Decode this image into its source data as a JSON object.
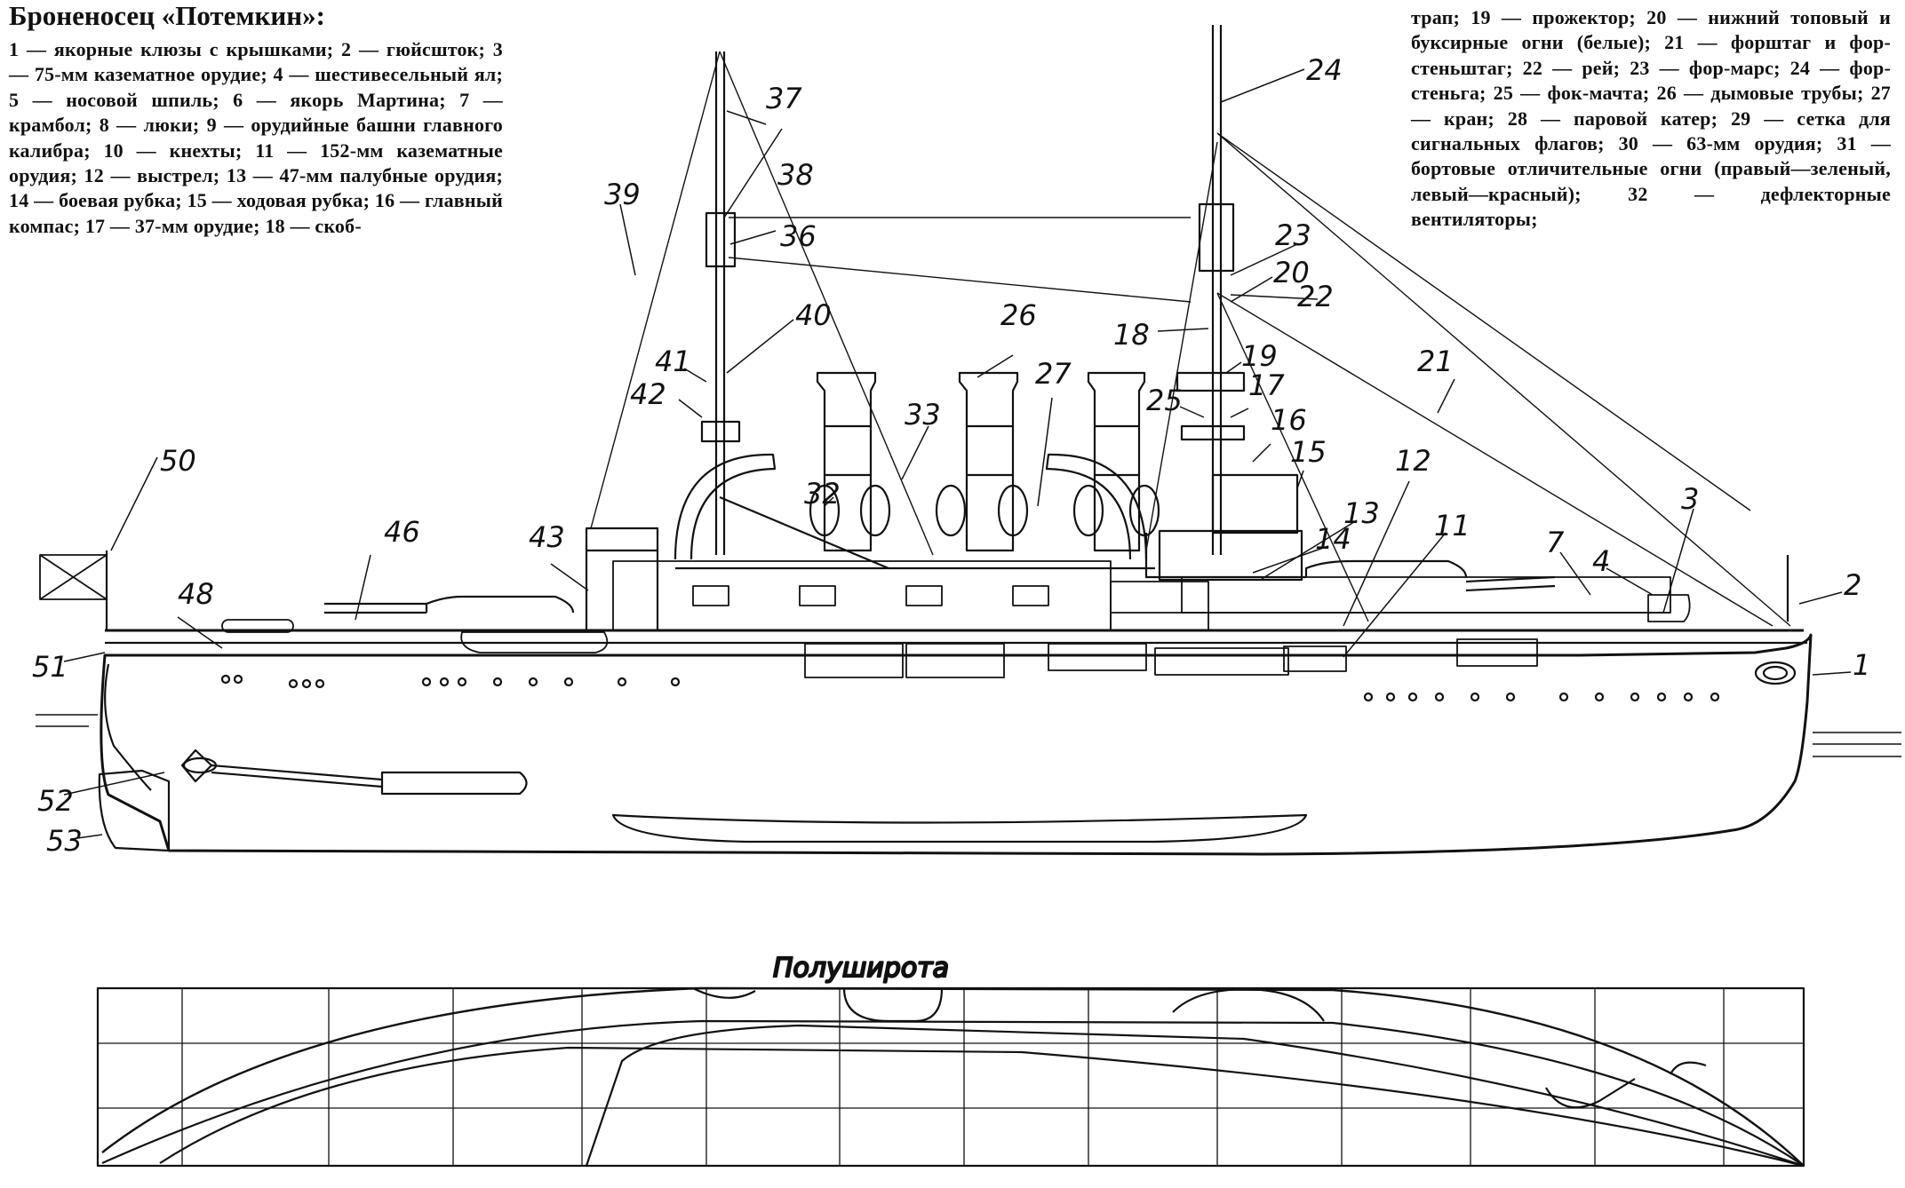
{
  "title": "Броненосец «Потемкин»:",
  "legend_left": "1 — якорные клюзы с крышками; 2 — гюйсшток; 3 — 75-мм казематное орудие; 4 — шестивесельный ял; 5 — носовой шпиль; 6 — якорь Мартина; 7 — крамбол; 8 — люки; 9 — орудийные башни главного калибра; 10 — кнехты; 11 — 152-мм казематные орудия; 12 — выстрел; 13 — 47-мм палубные орудия; 14 — боевая рубка; 15 — ходовая рубка; 16 — главный компас; 17 — 37-мм орудие; 18 — скоб-",
  "legend_right": "трап; 19 — прожектор; 20 — нижний топовый и буксирные огни (белые); 21 — форштаг и фор-стеньштаг; 22 — рей; 23 — фор-марс; 24 — фор-стеньга; 25 — фок-мачта; 26 — дымовые трубы; 27 — кран; 28 — паровой катер; 29 — сетка для сигнальных флагов; 30 — 63-мм орудия; 31 — бортовые отличительные огни (правый—зеленый, левый—красный); 32 — дефлекторные вентиляторы;",
  "plan_title": "Полуширота",
  "callouts": [
    "1",
    "2",
    "3",
    "4",
    "7",
    "11",
    "12",
    "13",
    "14",
    "15",
    "16",
    "17",
    "18",
    "19",
    "20",
    "21",
    "22",
    "23",
    "24",
    "25",
    "26",
    "27",
    "32",
    "33",
    "36",
    "37",
    "38",
    "39",
    "40",
    "41",
    "42",
    "43",
    "46",
    "48",
    "50",
    "51",
    "52",
    "53"
  ],
  "colors": {
    "ink": "#111111",
    "paper": "#ffffff"
  }
}
